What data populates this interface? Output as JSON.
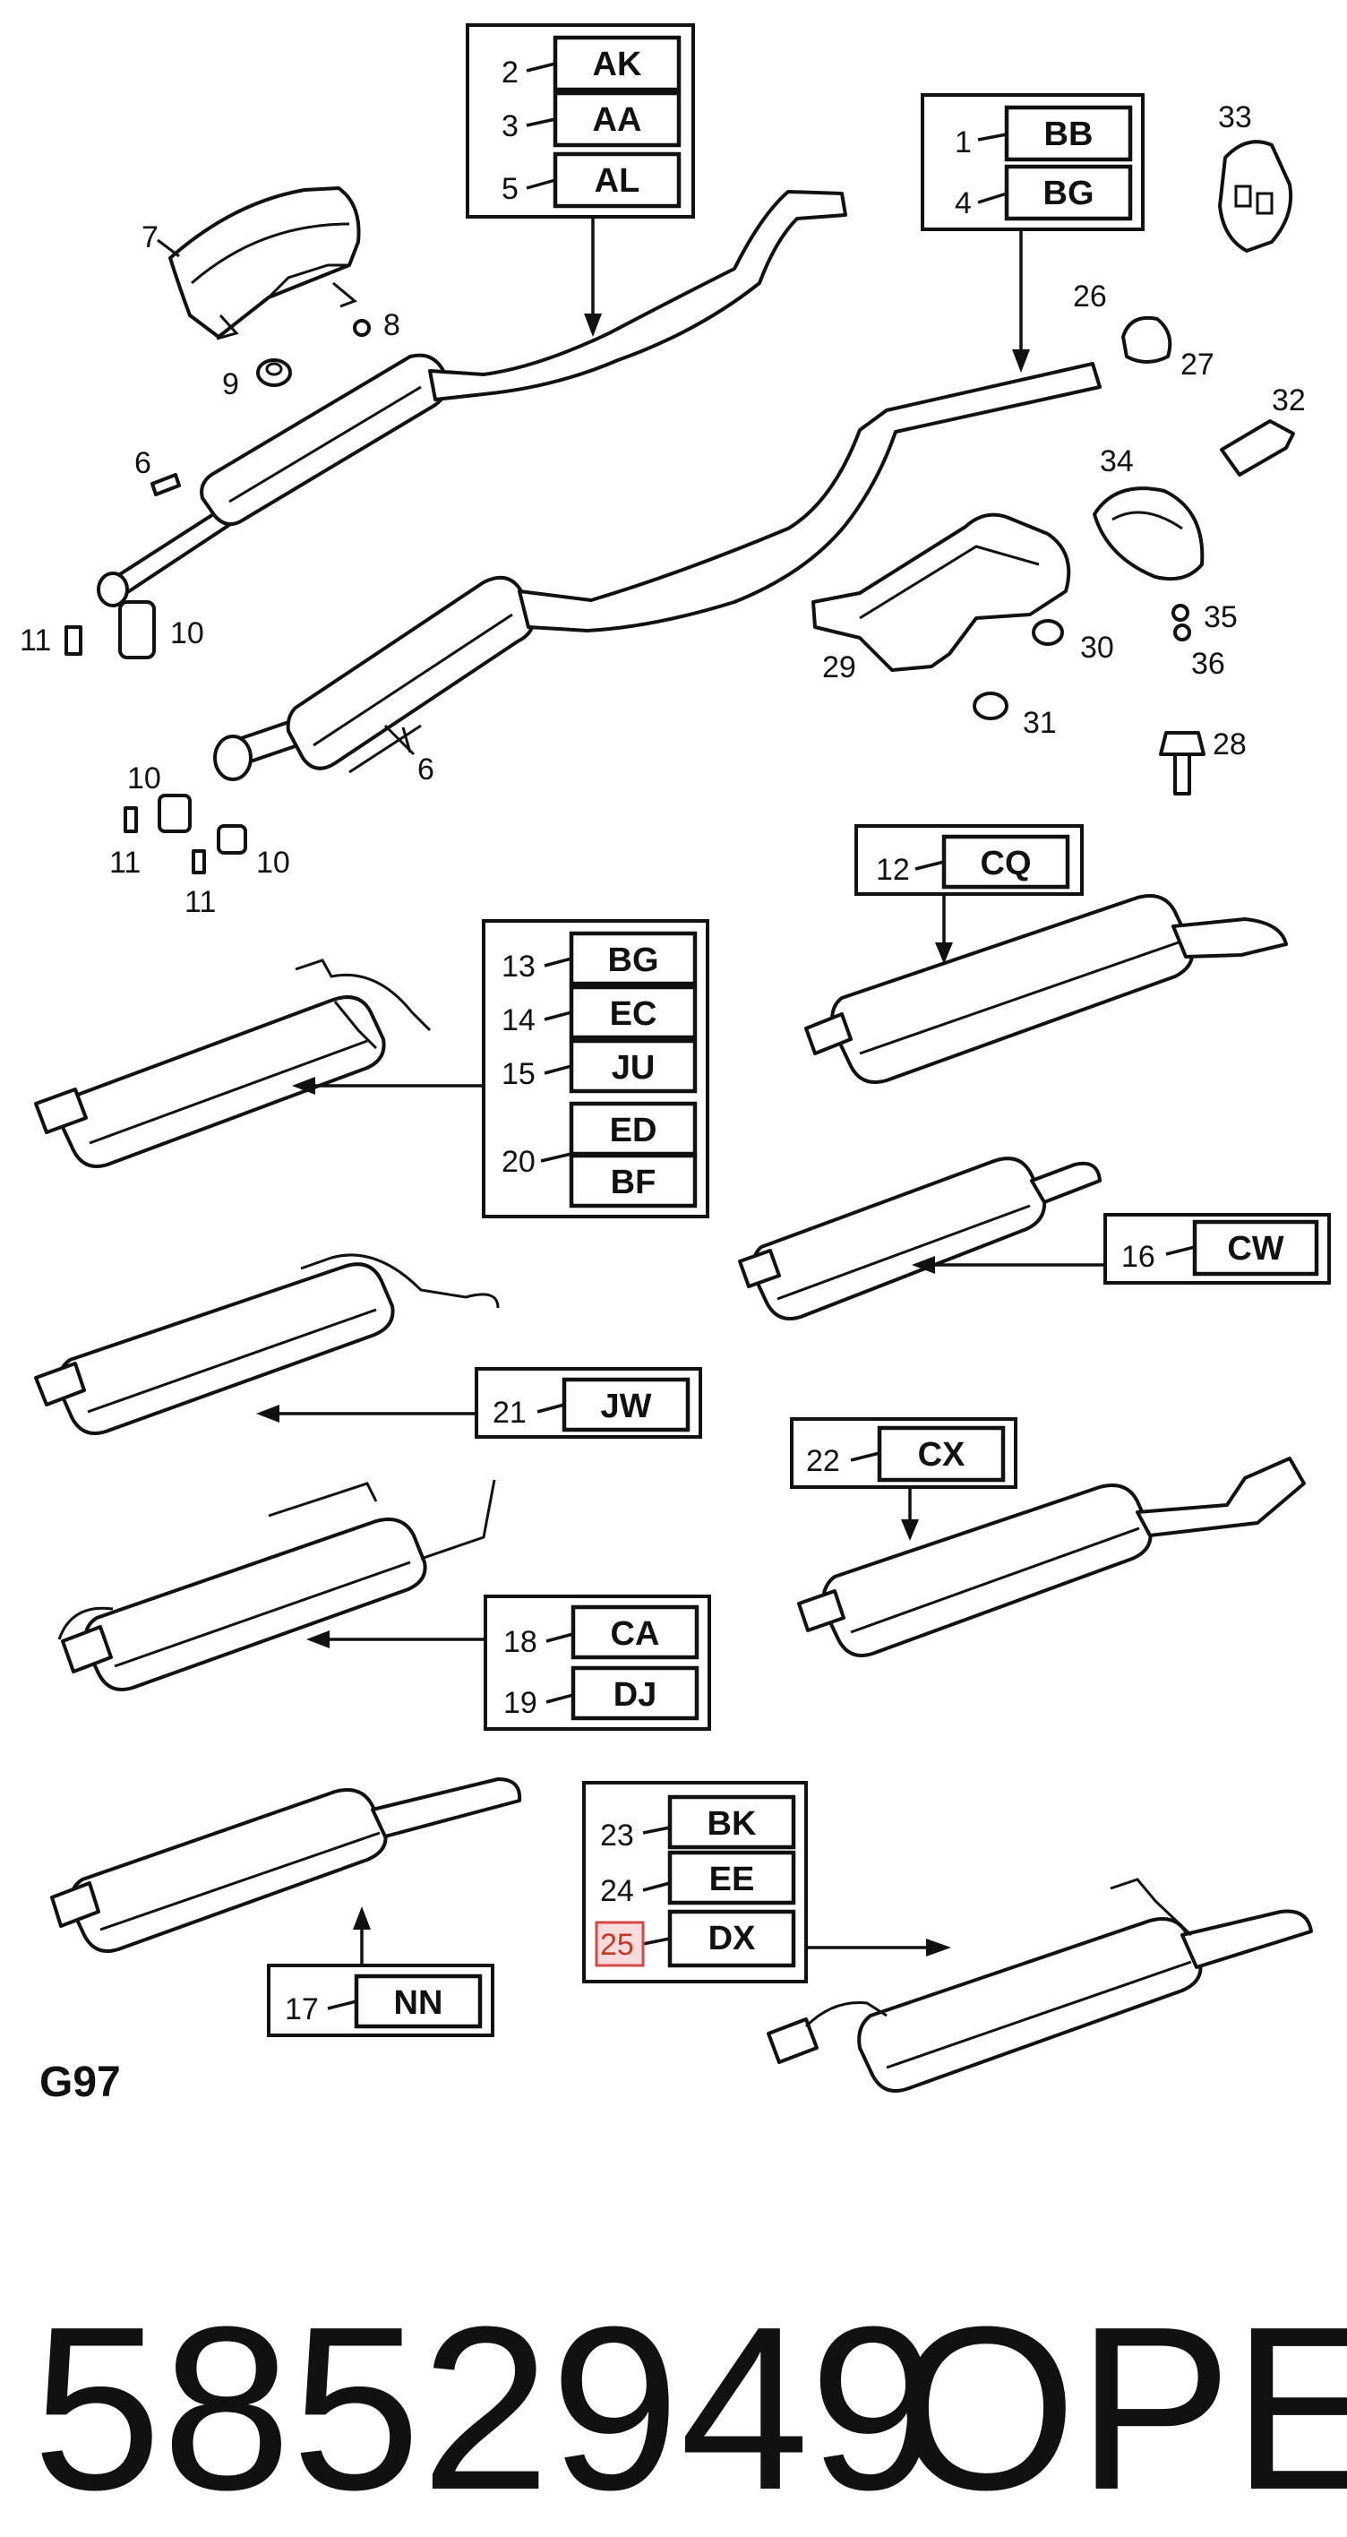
{
  "diagram_ref": "G97",
  "part_number": "5852949",
  "brand": "OPEL",
  "highlighted_item": "25",
  "callouts": {
    "c6a": "6",
    "c6b": "6",
    "c7": "7",
    "c8": "8",
    "c9": "9",
    "c10a": "10",
    "c10b": "10",
    "c10c": "10",
    "c11a": "11",
    "c11b": "11",
    "c11c": "11",
    "c26": "26",
    "c27": "27",
    "c28": "28",
    "c29": "29",
    "c30": "30",
    "c31": "31",
    "c32": "32",
    "c33": "33",
    "c34": "34",
    "c35": "35",
    "c36": "36"
  },
  "boxes": {
    "b1": {
      "num": "2",
      "code": "AK"
    },
    "b2": {
      "num": "3",
      "code": "AA"
    },
    "b3": {
      "num": "5",
      "code": "AL"
    },
    "b4": {
      "num": "1",
      "code": "BB"
    },
    "b5": {
      "num": "4",
      "code": "BG"
    },
    "b6": {
      "num": "13",
      "code": "BG"
    },
    "b7": {
      "num": "14",
      "code": "EC"
    },
    "b8": {
      "num": "15",
      "code": "JU"
    },
    "b9": {
      "num": "20",
      "code": "ED"
    },
    "b10": {
      "num": "",
      "code": "BF"
    },
    "b11": {
      "num": "12",
      "code": "CQ"
    },
    "b12": {
      "num": "16",
      "code": "CW"
    },
    "b13": {
      "num": "21",
      "code": "JW"
    },
    "b14": {
      "num": "22",
      "code": "CX"
    },
    "b15": {
      "num": "18",
      "code": "CA"
    },
    "b16": {
      "num": "19",
      "code": "DJ"
    },
    "b17": {
      "num": "17",
      "code": "NN"
    },
    "b18": {
      "num": "23",
      "code": "BK"
    },
    "b19": {
      "num": "24",
      "code": "EE"
    },
    "b20": {
      "num": "25",
      "code": "DX"
    }
  }
}
